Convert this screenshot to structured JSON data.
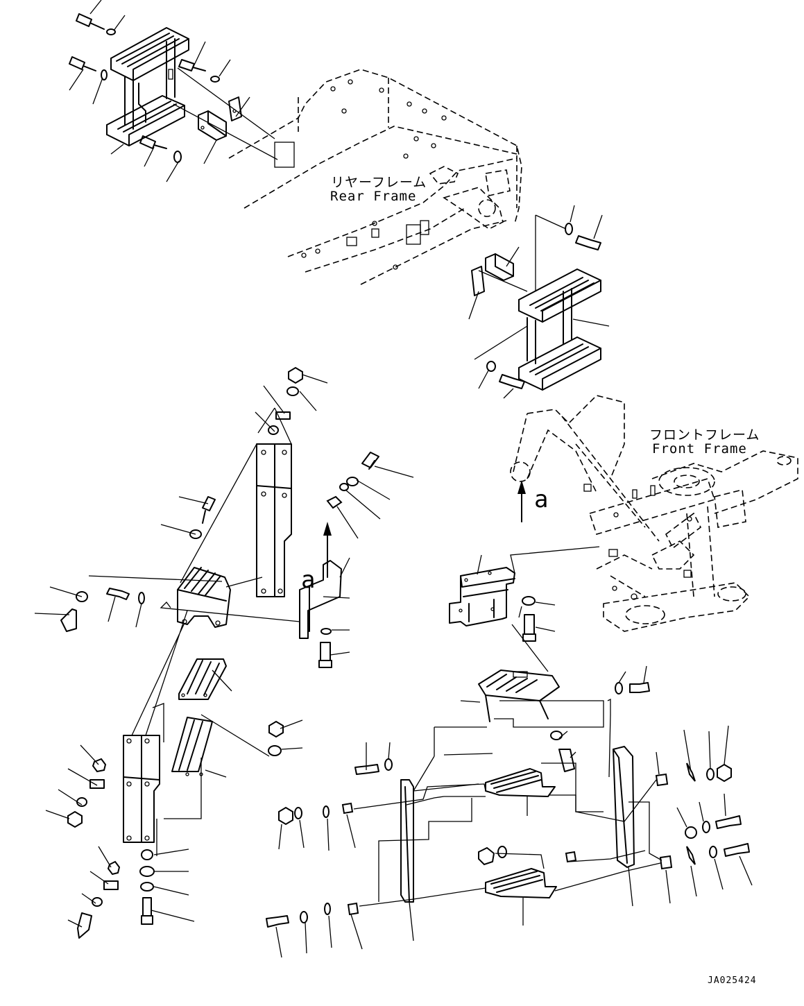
{
  "labels": {
    "rear_frame_jp": "リヤーフレーム",
    "rear_frame_en": "Rear Frame",
    "front_frame_jp": "フロントフレーム",
    "front_frame_en": "Front Frame",
    "view_marker_left": "a",
    "view_marker_right": "a",
    "drawing_code": "JA025424"
  }
}
